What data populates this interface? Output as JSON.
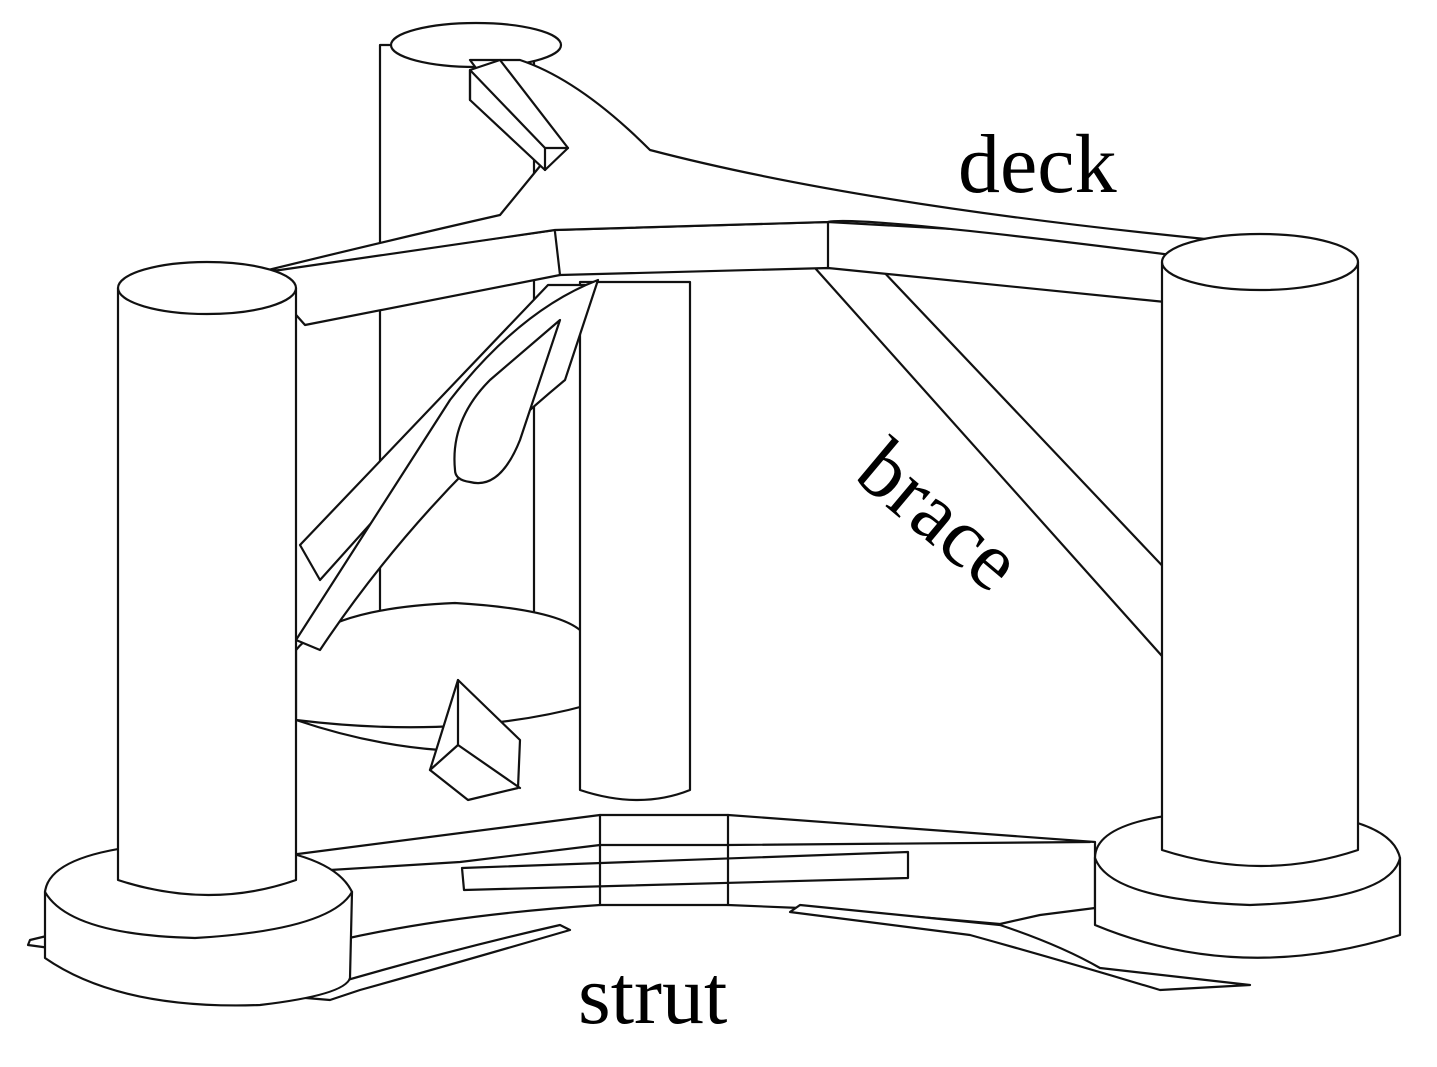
{
  "labels": {
    "deck": "deck",
    "brace": "brace",
    "strut": "strut"
  },
  "colors": {
    "line": "#111111",
    "background": "#ffffff",
    "text": "#000000"
  }
}
